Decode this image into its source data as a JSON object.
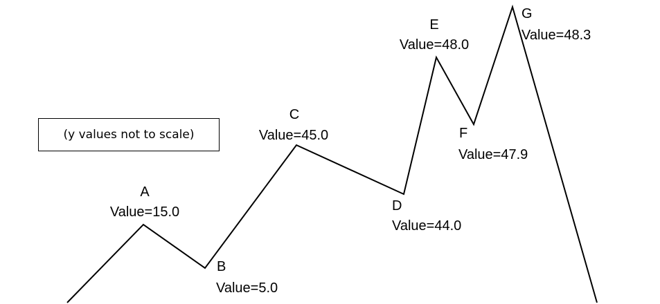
{
  "note": "(y values not to scale)",
  "points": [
    {
      "label": "A",
      "value_text": "Value=15.0",
      "value": 15.0
    },
    {
      "label": "B",
      "value_text": "Value=5.0",
      "value": 5.0
    },
    {
      "label": "C",
      "value_text": "Value=45.0",
      "value": 45.0
    },
    {
      "label": "D",
      "value_text": "Value=44.0",
      "value": 44.0
    },
    {
      "label": "E",
      "value_text": "Value=48.0",
      "value": 48.0
    },
    {
      "label": "F",
      "value_text": "Value=47.9",
      "value": 47.9
    },
    {
      "label": "G",
      "value_text": "Value=48.3",
      "value": 48.3
    }
  ],
  "colors": {
    "line": "#000000",
    "background": "#ffffff"
  }
}
